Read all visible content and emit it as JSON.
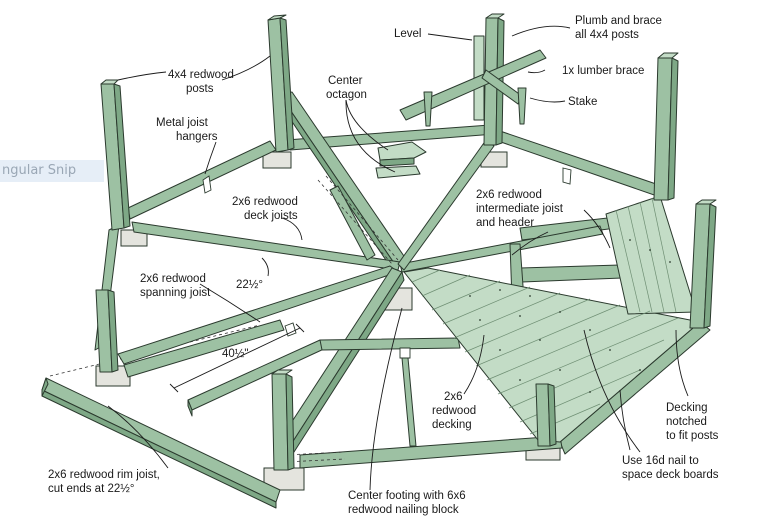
{
  "overlay": {
    "snip_text": "ngular Snip"
  },
  "labels": {
    "level": "Level",
    "plumb_brace_1": "Plumb and brace",
    "plumb_brace_2": "all 4x4 posts",
    "lumber_brace": "1x lumber brace",
    "stake": "Stake",
    "posts_1": "4x4 redwood",
    "posts_2": "posts",
    "center_oct_1": "Center",
    "center_oct_2": "octagon",
    "hangers_1": "Metal joist",
    "hangers_2": "hangers",
    "deck_joists_1": "2x6 redwood",
    "deck_joists_2": "deck joists",
    "intermediate_1": "2x6 redwood",
    "intermediate_2": "intermediate joist",
    "intermediate_3": "and header",
    "angle_small": "22½°",
    "spanning_1": "2x6 redwood",
    "spanning_2": "spanning joist",
    "dimension": "40½\"",
    "decking_1": "2x6",
    "decking_2": "redwood",
    "decking_3": "decking",
    "notched_1": "Decking",
    "notched_2": "notched",
    "notched_3": "to fit posts",
    "nail_1": "Use 16d nail to",
    "nail_2": "space deck boards",
    "rim_1": "2x6 redwood rim joist,",
    "rim_2": "cut ends at 22½°",
    "footing_1": "Center footing with 6x6",
    "footing_2": "redwood nailing block"
  },
  "colors": {
    "lumber": "#9dc1a3",
    "lumber_dark": "#7ea886",
    "lumber_light": "#c3dcc6",
    "outline": "#2b3a2e",
    "footing": "#e4e4de"
  }
}
